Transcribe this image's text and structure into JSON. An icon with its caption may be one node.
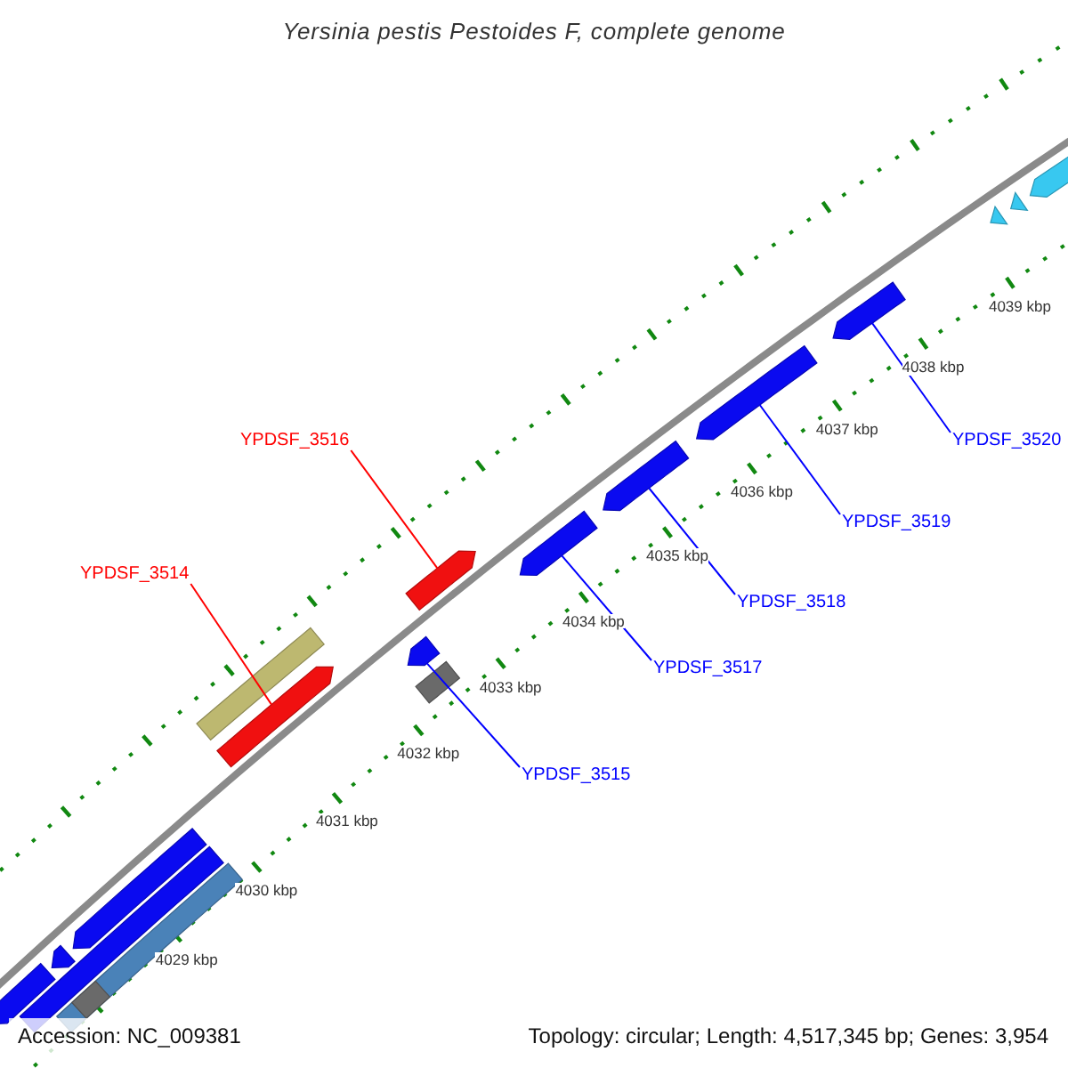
{
  "diagram": {
    "title": "Yersinia pestis Pestoides F, complete genome",
    "nodes": [
      {
        "text": [
          "YPDSF_3516"
        ]
      },
      {
        "text": [
          "YPDSF_3514"
        ]
      },
      {
        "text": [
          "YPDSF_3520"
        ]
      },
      {
        "text": [
          "YPDSF_3519"
        ]
      },
      {
        "text": [
          "YPDSF_3518"
        ]
      },
      {
        "text": [
          "YPDSF_3517"
        ]
      },
      {
        "text": [
          "YPDSF_3515"
        ]
      },
      {
        "text": [],
        "shape": "arrow"
      },
      {
        "text": [],
        "shape": "bar"
      },
      {
        "text": [],
        "shape": "bar"
      },
      {
        "text": [],
        "shape": "bar",
        "in": 9
      },
      {
        "text": [],
        "shape": "arrow"
      },
      {
        "text": [],
        "shape": "arrow"
      },
      {
        "text": [],
        "shape": "bar"
      },
      {
        "text": [],
        "shape": "arrow"
      },
      {
        "text": [],
        "shape": "bar"
      },
      {
        "text": [],
        "shape": "arrow"
      },
      {
        "text": [],
        "shape": "arrow"
      },
      {
        "text": [],
        "shape": "arrow"
      },
      {
        "text": [],
        "shape": "arrow"
      },
      {
        "text": [],
        "shape": "arrow"
      },
      {
        "text": [],
        "shape": "arrow"
      },
      {
        "text": [],
        "shape": "arrow"
      },
      {
        "text": [],
        "shape": "arrow"
      },
      {
        "text": [],
        "shape": "arrow"
      }
    ],
    "edges": [
      {
        "from": 0,
        "to": 17,
        "arrow": "none",
        "color": "#ff0000"
      },
      {
        "from": 1,
        "to": 14,
        "arrow": "none",
        "color": "#ff0000"
      },
      {
        "from": 2,
        "to": 21,
        "arrow": "none"
      },
      {
        "from": 3,
        "to": 20,
        "arrow": "none"
      },
      {
        "from": 4,
        "to": 19,
        "arrow": "none"
      },
      {
        "from": 5,
        "to": 18,
        "arrow": "none"
      },
      {
        "from": 6,
        "to": 16,
        "arrow": "none"
      }
    ],
    "labels": [
      "4039 kbp",
      "4038 kbp",
      "4037 kbp",
      "4036 kbp",
      "4035 kbp",
      "4034 kbp",
      "4033 kbp",
      "4032 kbp",
      "4031 kbp",
      "4030 kbp",
      "4029 kbp",
      "Accession: NC_009381",
      "Topology: circular; Length: 4,517,345 bp; Genes: 3,954"
    ]
  }
}
